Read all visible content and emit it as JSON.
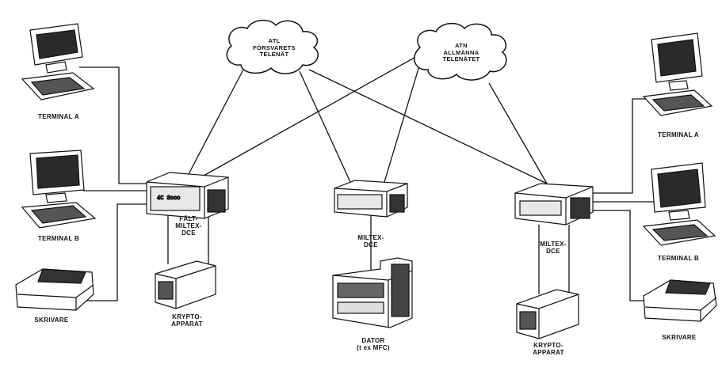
{
  "clouds": {
    "atl": {
      "line1": "ATL",
      "line2": "FÖRSVARETS",
      "line3": "TELENÄT"
    },
    "atn": {
      "line1": "ATN",
      "line2": "ALLMÄNNA",
      "line3": "TELENÄTET"
    }
  },
  "left": {
    "terminal_a": "TERMINAL A",
    "terminal_b": "TERMINAL B",
    "printer": "SKRIVARE",
    "dce_line1": "FÄLT-",
    "dce_line2": "MILTEX-",
    "dce_line3": "DCE",
    "crypto_line1": "KRYPTO-",
    "crypto_line2": "APPARAT"
  },
  "center": {
    "dce_line1": "MILTEX-",
    "dce_line2": "DCE",
    "computer_line1": "DATOR",
    "computer_line2": "(t ex MFC)"
  },
  "right": {
    "terminal_a": "TERMINAL A",
    "terminal_b": "TERMINAL B",
    "printer": "SKRIVARE",
    "dce_line1": "MILTEX-",
    "dce_line2": "DCE",
    "crypto_line1": "KRYPTO-",
    "crypto_line2": "APPARAT"
  },
  "device_display": "4C Sooo"
}
